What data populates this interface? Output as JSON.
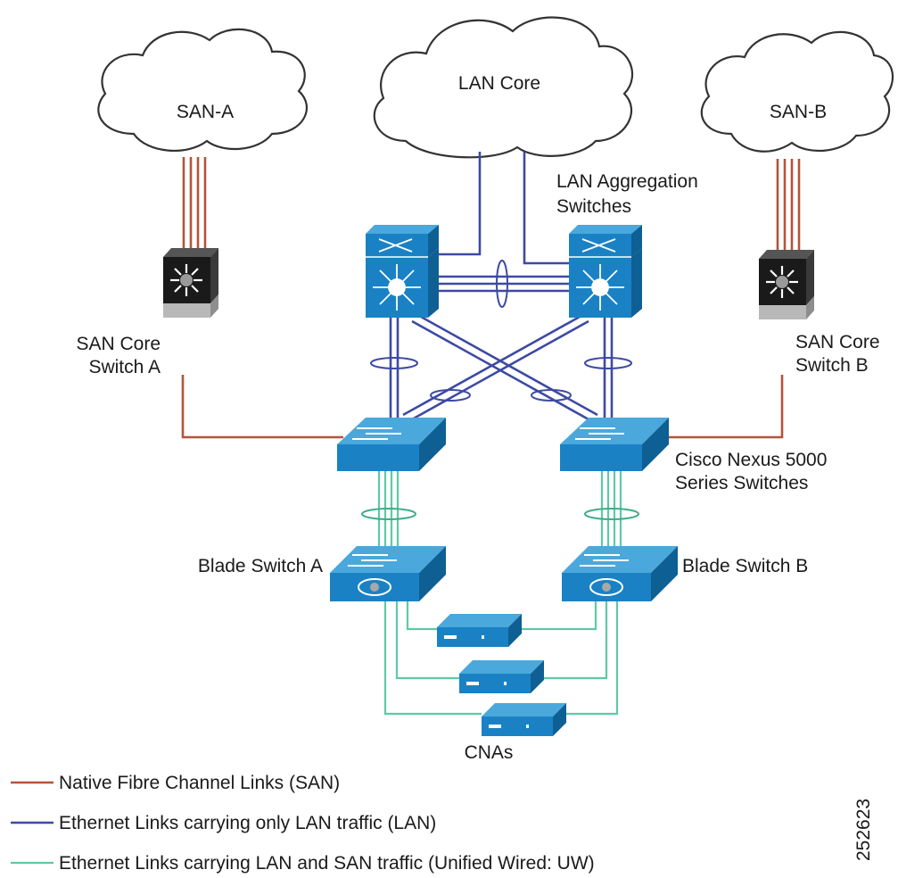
{
  "clouds": {
    "san_a": "SAN-A",
    "lan_core": "LAN Core",
    "san_b": "SAN-B"
  },
  "labels": {
    "lan_agg_1": "LAN Aggregation",
    "lan_agg_2": "Switches",
    "san_core_a_1": "SAN Core",
    "san_core_a_2": "Switch A",
    "san_core_b_1": "SAN Core",
    "san_core_b_2": "Switch B",
    "nexus_1": "Cisco Nexus 5000",
    "nexus_2": "Series Switches",
    "blade_a": "Blade Switch A",
    "blade_b": "Blade Switch B",
    "cnas": "CNAs",
    "figure_id": "252623"
  },
  "legend": [
    {
      "text": "Native Fibre Channel Links (SAN)",
      "color": "#b5533a"
    },
    {
      "text": "Ethernet Links carrying only LAN traffic (LAN)",
      "color": "#3d4aa3"
    },
    {
      "text": "Ethernet Links carrying LAN and SAN traffic (Unified Wired: UW)",
      "color": "#5ec9a6"
    }
  ],
  "colors": {
    "switch_blue": "#1a82c4",
    "switch_top": "#4aa8dc",
    "switch_dark": "#0e5f94",
    "mds_black": "#1a1a1a",
    "mds_gray": "#b8b8b8"
  }
}
